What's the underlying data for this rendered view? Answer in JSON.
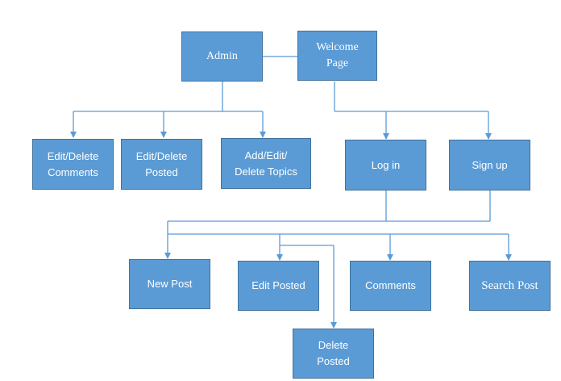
{
  "diagram": {
    "nodes": {
      "admin": "Admin",
      "welcome": "Welcome\nPage",
      "edit_delete_comments": "Edit/Delete\nComments",
      "edit_delete_posted": "Edit/Delete\nPosted",
      "add_edit_delete_topics": "Add/Edit/\nDelete Topics",
      "log_in": "Log in",
      "sign_up": "Sign up",
      "new_post": "New Post",
      "edit_posted": "Edit Posted",
      "comments": "Comments",
      "search_post": "Search Post",
      "delete_posted": "Delete\nPosted"
    },
    "colors": {
      "node_fill": "#5b9bd5",
      "node_border": "#41719c",
      "connector": "#5b9bd5",
      "text": "#ffffff"
    }
  }
}
